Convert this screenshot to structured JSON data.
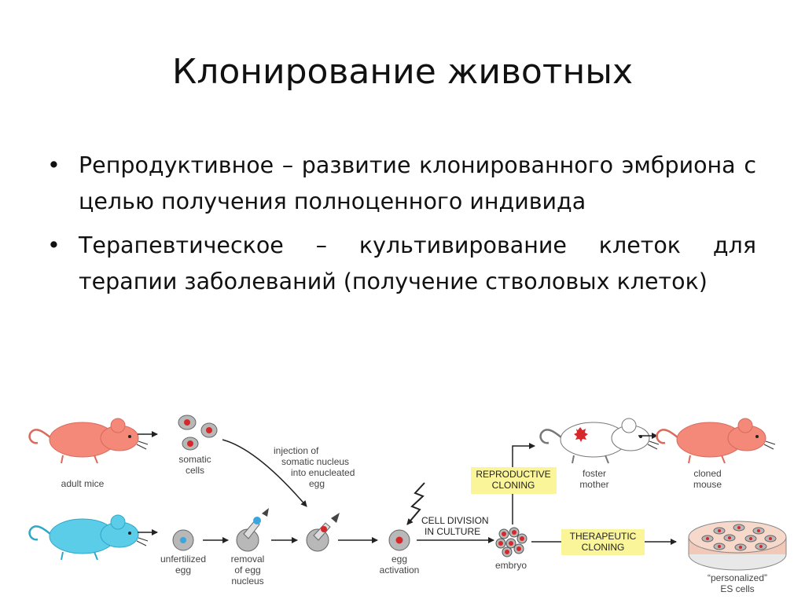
{
  "slide": {
    "title": "Клонирование животных",
    "bullets": [
      {
        "text": "Репродуктивное – развитие клонированного эмбриона с целью получения полноценного индивида"
      },
      {
        "text": "Терапевтическое – культивирование клеток для терапии заболеваний (получение стволовых клеток)"
      }
    ]
  },
  "figure": {
    "labels": {
      "adult_mice": "adult mice",
      "somatic_cells": [
        "somatic",
        "cells"
      ],
      "injection": [
        "injection of",
        "somatic nucleus",
        "into enucleated",
        "egg"
      ],
      "unfertilized_egg": [
        "unfertilized",
        "egg"
      ],
      "removal": [
        "removal",
        "of egg",
        "nucleus"
      ],
      "egg_activation": [
        "egg",
        "activation"
      ],
      "cell_division": [
        "CELL DIVISION",
        "IN CULTURE"
      ],
      "embryo": "embryo",
      "reproductive_cloning": [
        "REPRODUCTIVE",
        "CLONING"
      ],
      "therapeutic_cloning": [
        "THERAPEUTIC",
        "CLONING"
      ],
      "foster_mother": [
        "foster",
        "mother"
      ],
      "cloned_mouse": [
        "cloned",
        "mouse"
      ],
      "es_cells": [
        "“personalized”",
        "ES cells"
      ]
    },
    "colors": {
      "pink_mouse": "#f4897a",
      "blue_mouse": "#5ccde8",
      "white_mouse": "#ffffff",
      "nucleus_red": "#d6282b",
      "nucleus_blue": "#3aa6dc",
      "cell_gray": "#b8b8b8",
      "label_box": "#fbf59a"
    }
  }
}
